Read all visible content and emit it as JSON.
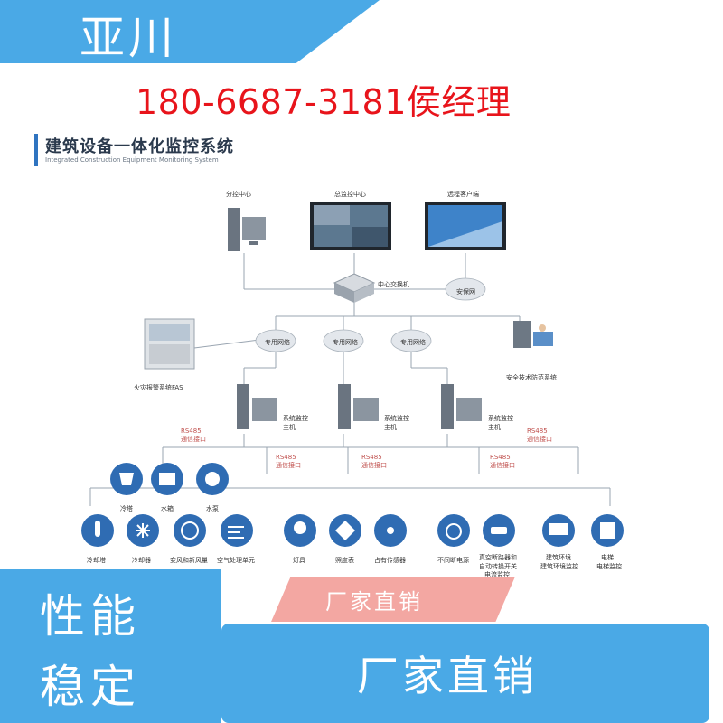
{
  "brand": "亚川",
  "phone_line": "180-6687-3181侯经理",
  "diagram": {
    "title_cn": "建筑设备一体化监控系统",
    "title_en": "Integrated Construction Equipment Monitoring System",
    "nodes": {
      "sub_center": "分控中心",
      "main_center": "总监控中心",
      "remote_client": "远程客户端",
      "central_switch": "中心交换机",
      "security_net": "安保网",
      "private_net_1": "专用网络",
      "private_net_2": "专用网络",
      "private_net_3": "专用网络",
      "fas": "火灾报警系统FAS",
      "security_tech": "安全技术防范系统",
      "host_1": "系统监控\n主机",
      "host_2": "系统监控\n主机",
      "host_3": "系统监控\n主机"
    },
    "rs485_labels": [
      "RS485\n通信接口",
      "RS485\n通信接口",
      "RS485\n通信接口",
      "RS485\n通信接口",
      "RS485\n通信接口"
    ],
    "icons_top": [
      {
        "label": "冷塔",
        "icon": "cooling-tower-icon"
      },
      {
        "label": "水箱",
        "icon": "water-tank-icon"
      },
      {
        "label": "水泵",
        "icon": "water-pump-icon"
      }
    ],
    "icons_bottom": [
      {
        "label": "冷却塔",
        "icon": "thermometer-icon"
      },
      {
        "label": "冷却器",
        "icon": "snowflake-icon"
      },
      {
        "label": "变风和新风量",
        "icon": "fan-icon"
      },
      {
        "label": "空气处理单元",
        "icon": "wind-icon"
      },
      {
        "label": "灯具",
        "icon": "bulb-icon"
      },
      {
        "label": "照度表",
        "icon": "gauge-icon"
      },
      {
        "label": "占有传感器",
        "icon": "sensor-icon"
      },
      {
        "label": "不间断电源",
        "icon": "power-icon"
      },
      {
        "label": "真空断路器和\n自动转换开关",
        "icon": "switch-icon"
      },
      {
        "label": "建筑环境",
        "icon": "monitor-icon"
      },
      {
        "label": "电梯",
        "icon": "elevator-icon"
      }
    ],
    "icons_bottom_extra": [
      "建筑环境监控",
      "电梯监控",
      "电流监控"
    ]
  },
  "overlay": {
    "left_line1": "性能",
    "left_line2": "稳定",
    "mid_label": "厂家直销",
    "right_label": "厂家直销"
  },
  "colors": {
    "brand_blue": "#4aa9e6",
    "phone_red": "#e8141b",
    "icon_blue": "#2f6cb3",
    "pink": "#f3a7a2"
  }
}
